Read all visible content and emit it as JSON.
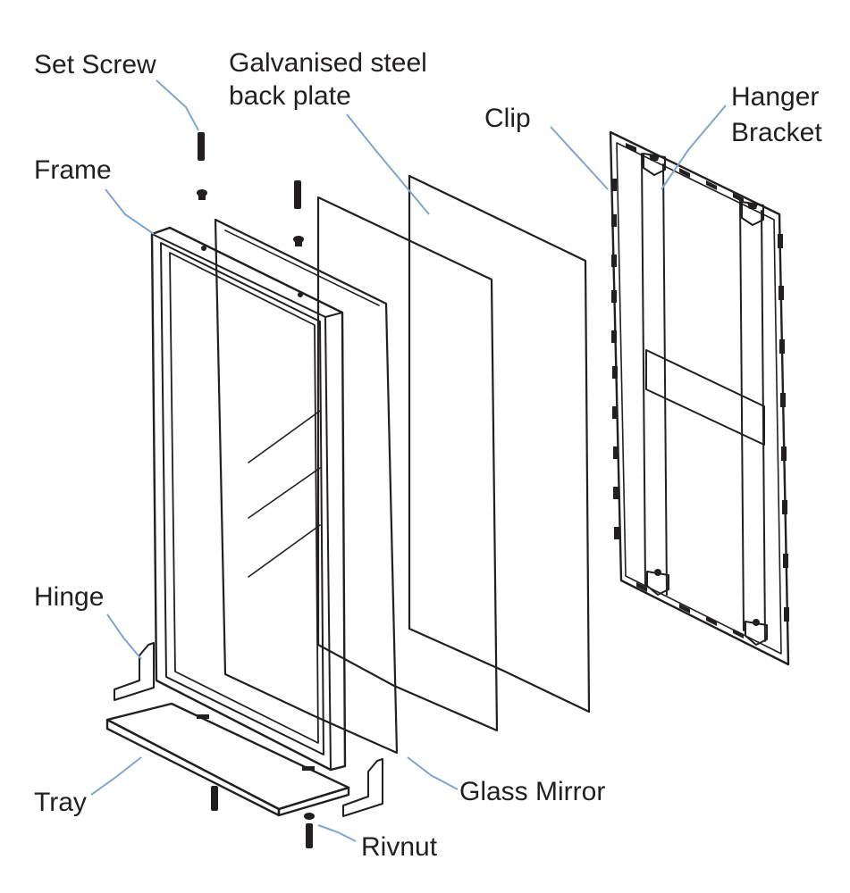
{
  "labels": {
    "set_screw": "Set Screw",
    "back_plate_line1": "Galvanised steel",
    "back_plate_line2": "back plate",
    "clip": "Clip",
    "hanger_line1": "Hanger",
    "hanger_line2": "Bracket",
    "frame": "Frame",
    "hinge": "Hinge",
    "tray": "Tray",
    "glass_mirror": "Glass Mirror",
    "rivnut": "Rivnut"
  },
  "colors": {
    "line": "#231f20",
    "leader": "#7ea6cf",
    "background": "#ffffff"
  }
}
